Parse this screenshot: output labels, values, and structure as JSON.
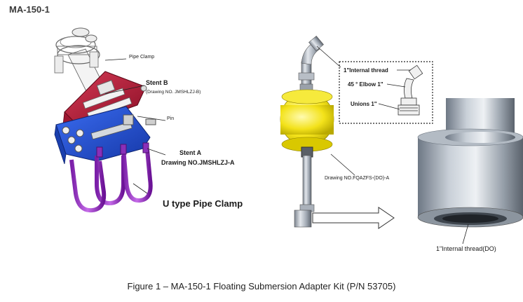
{
  "document": {
    "heading": "MA-150-1",
    "caption": "Figure 1 – MA-150-1 Floating Submersion Adapter Kit (P/N 53705)"
  },
  "left_figure": {
    "labels": {
      "pipe_clamp": "Pipe Clamp",
      "stent_b": "Stent B",
      "stent_b_drawing": "(Drawing NO. JMSHLZJ-B)",
      "pin": "Pin",
      "stent_a": "Stent A",
      "stent_a_drawing": "Drawing NO.JMSHLZJ-A",
      "u_clamp": "U type Pipe Clamp"
    }
  },
  "right_figure": {
    "labels": {
      "internal_thread": "1\"Internal thread",
      "elbow": "45 ° Elbow 1\"",
      "unions": "Unions 1\"",
      "drawing_no": "Drawing NO.FQAZFS-(DO)-A",
      "internal_thread_do": "1\"Internal thread(DO)"
    }
  }
}
